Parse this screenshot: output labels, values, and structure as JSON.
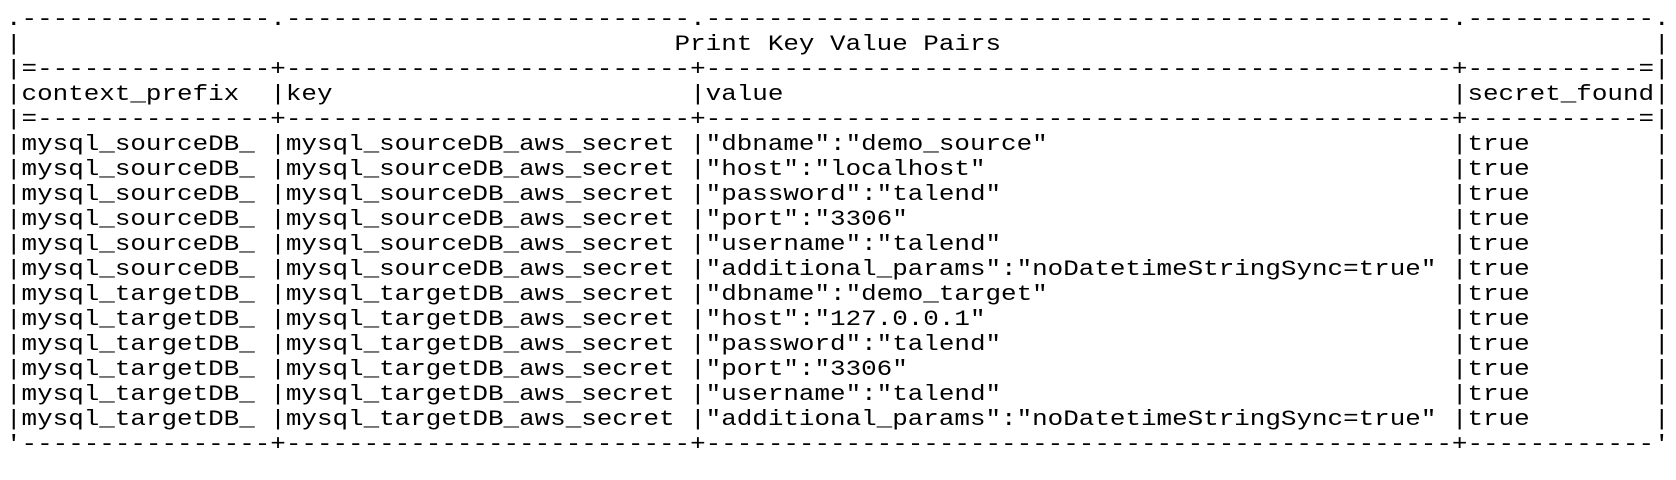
{
  "table": {
    "title": "Print Key Value Pairs",
    "columns": [
      {
        "key": "context_prefix",
        "label": "context_prefix",
        "width": 16
      },
      {
        "key": "key",
        "label": "key",
        "width": 26
      },
      {
        "key": "value",
        "label": "value",
        "width": 48
      },
      {
        "key": "secret_found",
        "label": "secret_found",
        "width": 12
      }
    ],
    "rows": [
      [
        "mysql_sourceDB_",
        "mysql_sourceDB_aws_secret",
        "\"dbname\":\"demo_source\"",
        "true"
      ],
      [
        "mysql_sourceDB_",
        "mysql_sourceDB_aws_secret",
        "\"host\":\"localhost\"",
        "true"
      ],
      [
        "mysql_sourceDB_",
        "mysql_sourceDB_aws_secret",
        "\"password\":\"talend\"",
        "true"
      ],
      [
        "mysql_sourceDB_",
        "mysql_sourceDB_aws_secret",
        "\"port\":\"3306\"",
        "true"
      ],
      [
        "mysql_sourceDB_",
        "mysql_sourceDB_aws_secret",
        "\"username\":\"talend\"",
        "true"
      ],
      [
        "mysql_sourceDB_",
        "mysql_sourceDB_aws_secret",
        "\"additional_params\":\"noDatetimeStringSync=true\"",
        "true"
      ],
      [
        "mysql_targetDB_",
        "mysql_targetDB_aws_secret",
        "\"dbname\":\"demo_target\"",
        "true"
      ],
      [
        "mysql_targetDB_",
        "mysql_targetDB_aws_secret",
        "\"host\":\"127.0.0.1\"",
        "true"
      ],
      [
        "mysql_targetDB_",
        "mysql_targetDB_aws_secret",
        "\"password\":\"talend\"",
        "true"
      ],
      [
        "mysql_targetDB_",
        "mysql_targetDB_aws_secret",
        "\"port\":\"3306\"",
        "true"
      ],
      [
        "mysql_targetDB_",
        "mysql_targetDB_aws_secret",
        "\"username\":\"talend\"",
        "true"
      ],
      [
        "mysql_targetDB_",
        "mysql_targetDB_aws_secret",
        "\"additional_params\":\"noDatetimeStringSync=true\"",
        "true"
      ]
    ]
  },
  "text_color": "#000000",
  "background_color": "#ffffff"
}
